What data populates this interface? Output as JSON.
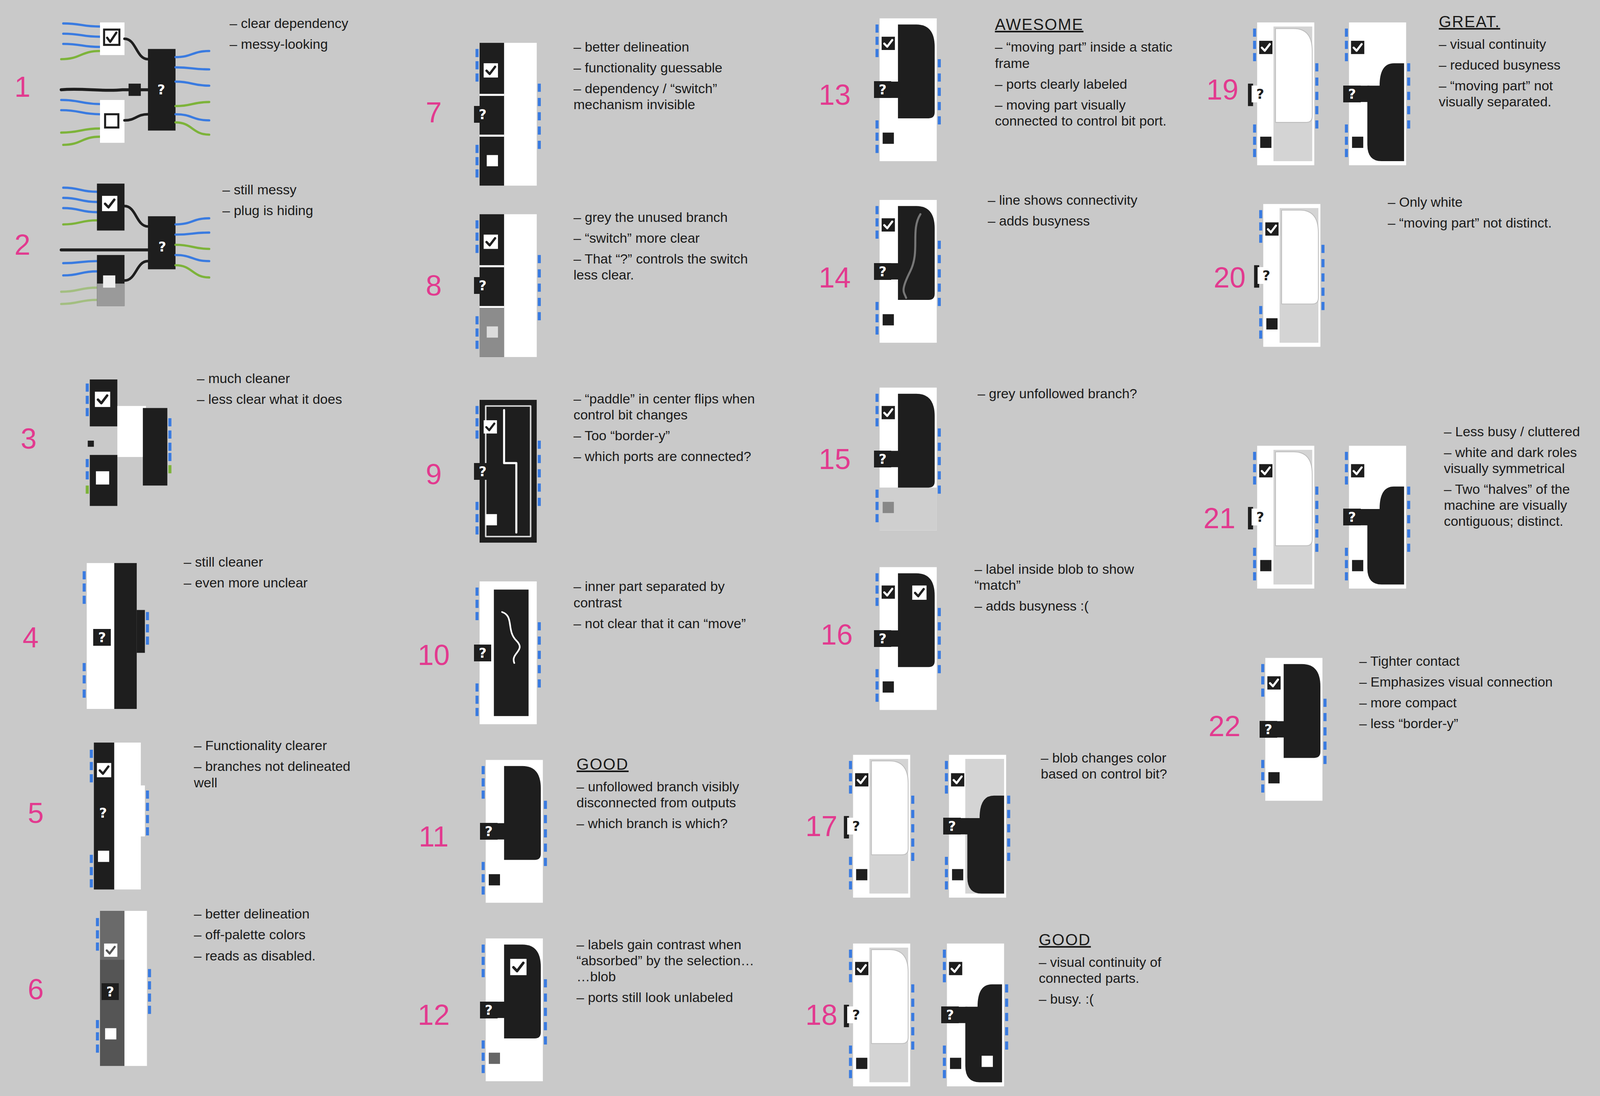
{
  "diagram": {
    "nodes": [
      {
        "text": [
          "?"
        ]
      },
      {
        "text": [
          "?"
        ]
      },
      {
        "text": [
          "?"
        ]
      },
      {
        "text": [
          "?"
        ]
      },
      {
        "text": [
          "?"
        ]
      },
      {
        "text": [
          "?"
        ]
      },
      {
        "text": [
          "?"
        ]
      },
      {
        "text": [
          "?"
        ]
      },
      {
        "text": [
          "?"
        ]
      },
      {
        "text": [
          "?"
        ]
      },
      {
        "text": [
          "?"
        ]
      },
      {
        "text": [
          "?"
        ]
      },
      {
        "text": [
          "?"
        ]
      },
      {
        "text": [
          "?"
        ]
      },
      {
        "text": [
          "?"
        ]
      },
      {
        "text": [
          "?"
        ]
      },
      {
        "text": [
          "?"
        ]
      },
      {
        "text": [
          "?"
        ]
      },
      {
        "text": [
          "?"
        ]
      },
      {
        "text": [
          "?"
        ]
      },
      {
        "text": [
          "?"
        ]
      },
      {
        "text": [
          "?"
        ]
      },
      {
        "text": [
          "?"
        ]
      },
      {
        "text": [
          "?"
        ]
      },
      {
        "text": [
          "?"
        ]
      }
    ],
    "labels": [
      "1",
      "– clear dependency",
      "– messy-looking",
      "2",
      "– still messy",
      "– plug is hiding",
      "3",
      "– much cleaner",
      "– less clear what it does",
      "4",
      "– still cleaner",
      "– even more unclear",
      "5",
      "– Functionality clearer",
      "– branches not delineated well",
      "6",
      "– better delineation",
      "– off-palette colors",
      "– reads as disabled.",
      "7",
      "– better delineation",
      "– functionality guessable",
      "– dependency / “switch” mechanism invisible",
      "8",
      "– grey the unused branch",
      "– “switch” more clear",
      "– That “?” controls the switch less clear.",
      "9",
      "– “paddle” in center flips when control bit changes",
      "– Too “border-y”",
      "– which ports are connected?",
      "10",
      "– inner part separated by contrast",
      "– not clear that it can “move”",
      "11",
      "GOOD",
      "– unfollowed branch visibly disconnected from outputs",
      "– which branch is which?",
      "12",
      "– labels gain contrast when “absorbed” by the selection… …blob",
      "– ports still look unlabeled",
      "13",
      "AWESOME",
      "– “moving part” inside a static frame",
      "– ports clearly labeled",
      "– moving part visually connected to control bit port.",
      "14",
      "– line shows connectivity",
      "– adds busyness",
      "15",
      "– grey unfollowed branch?",
      "16",
      "– label inside blob to show “match”",
      "– adds busyness :(",
      "17",
      "– blob changes color based on control bit?",
      "18",
      "GOOD",
      "– visual continuity of connected parts.",
      "– busy. :(",
      "19",
      "GREAT.",
      "– visual continuity",
      "– reduced busyness",
      "– “moving part” not visually separated.",
      "20",
      "– Only white",
      "– “moving part” not distinct.",
      "21",
      "– Less busy / cluttered",
      "– white and dark roles visually symmetrical",
      "– Two “halves” of the machine are visually contiguous; distinct.",
      "22",
      "– Tighter contact",
      "– Emphasizes visual connection",
      "– more compact",
      "– less “border-y”"
    ]
  }
}
